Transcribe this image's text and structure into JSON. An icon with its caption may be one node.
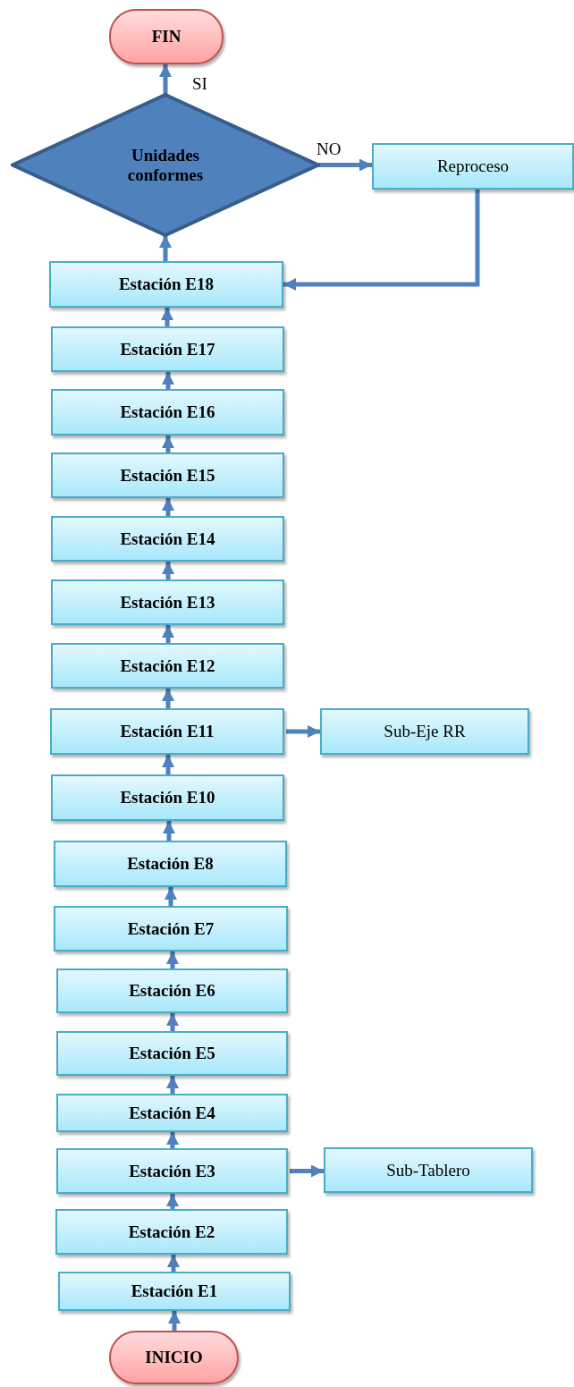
{
  "diagram": {
    "nodes": [
      {
        "text": [
          "FIN"
        ]
      },
      {
        "text": [
          "Unidades conformes"
        ]
      },
      {
        "text": [
          "Reproceso"
        ]
      },
      {
        "text": [
          "Estación E18"
        ]
      },
      {
        "text": [
          "Estación E17"
        ]
      },
      {
        "text": [
          "Estación E16"
        ]
      },
      {
        "text": [
          "Estación E15"
        ]
      },
      {
        "text": [
          "Estación E14"
        ]
      },
      {
        "text": [
          "Estación E13"
        ]
      },
      {
        "text": [
          "Estación E12"
        ]
      },
      {
        "text": [
          "Estación E11"
        ]
      },
      {
        "text": [
          "Sub-Eje RR"
        ]
      },
      {
        "text": [
          "Estación E10"
        ]
      },
      {
        "text": [
          "Estación E8"
        ]
      },
      {
        "text": [
          "Estación E7"
        ]
      },
      {
        "text": [
          "Estación E6"
        ]
      },
      {
        "text": [
          "Estación E5"
        ]
      },
      {
        "text": [
          "Estación E4"
        ]
      },
      {
        "text": [
          "Estación E3"
        ]
      },
      {
        "text": [
          "Sub-Tablero"
        ]
      },
      {
        "text": [
          "Estación E2"
        ]
      },
      {
        "text": [
          "Estación E1"
        ]
      },
      {
        "text": [
          "INICIO"
        ]
      }
    ],
    "edges": [
      {
        "from": 22,
        "to": 21,
        "arrow": "to"
      },
      {
        "from": 21,
        "to": 20,
        "arrow": "to"
      },
      {
        "from": 20,
        "to": 18,
        "arrow": "to"
      },
      {
        "from": 18,
        "to": 19,
        "arrow": "to"
      },
      {
        "from": 18,
        "to": 17,
        "arrow": "to"
      },
      {
        "from": 17,
        "to": 16,
        "arrow": "to"
      },
      {
        "from": 16,
        "to": 15,
        "arrow": "to"
      },
      {
        "from": 15,
        "to": 14,
        "arrow": "to"
      },
      {
        "from": 14,
        "to": 13,
        "arrow": "to"
      },
      {
        "from": 13,
        "to": 12,
        "arrow": "to"
      },
      {
        "from": 12,
        "to": 10,
        "arrow": "to"
      },
      {
        "from": 10,
        "to": 11,
        "arrow": "to"
      },
      {
        "from": 10,
        "to": 9,
        "arrow": "to"
      },
      {
        "from": 9,
        "to": 8,
        "arrow": "to"
      },
      {
        "from": 8,
        "to": 7,
        "arrow": "to"
      },
      {
        "from": 7,
        "to": 6,
        "arrow": "to"
      },
      {
        "from": 6,
        "to": 5,
        "arrow": "to"
      },
      {
        "from": 5,
        "to": 4,
        "arrow": "to"
      },
      {
        "from": 4,
        "to": 3,
        "arrow": "to"
      },
      {
        "from": 3,
        "to": 1,
        "arrow": "to"
      },
      {
        "from": 1,
        "to": 0,
        "label": "SI",
        "arrow": "to"
      },
      {
        "from": 1,
        "to": 2,
        "label": "NO",
        "arrow": "to"
      },
      {
        "from": 2,
        "to": 3,
        "arrow": "to"
      }
    ]
  }
}
